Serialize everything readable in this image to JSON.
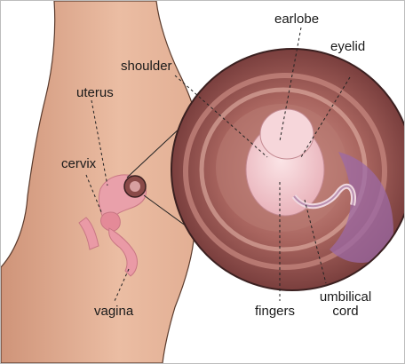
{
  "labels": {
    "earlobe": "earlobe",
    "eyelid": "eyelid",
    "shoulder": "shoulder",
    "uterus": "uterus",
    "cervix": "cervix",
    "vagina": "vagina",
    "fingers": "fingers",
    "umbilical_line1": "umbilical",
    "umbilical_line2": "cord"
  },
  "colors": {
    "skin": "#e6b49a",
    "skin_shadow": "#c98e73",
    "uterus_pink": "#e9a0aa",
    "womb_dark": "#8a4a48",
    "womb_mid": "#a8645e",
    "fetus_pink": "#f0c6cc",
    "cord_purple": "#9c6aa6"
  }
}
